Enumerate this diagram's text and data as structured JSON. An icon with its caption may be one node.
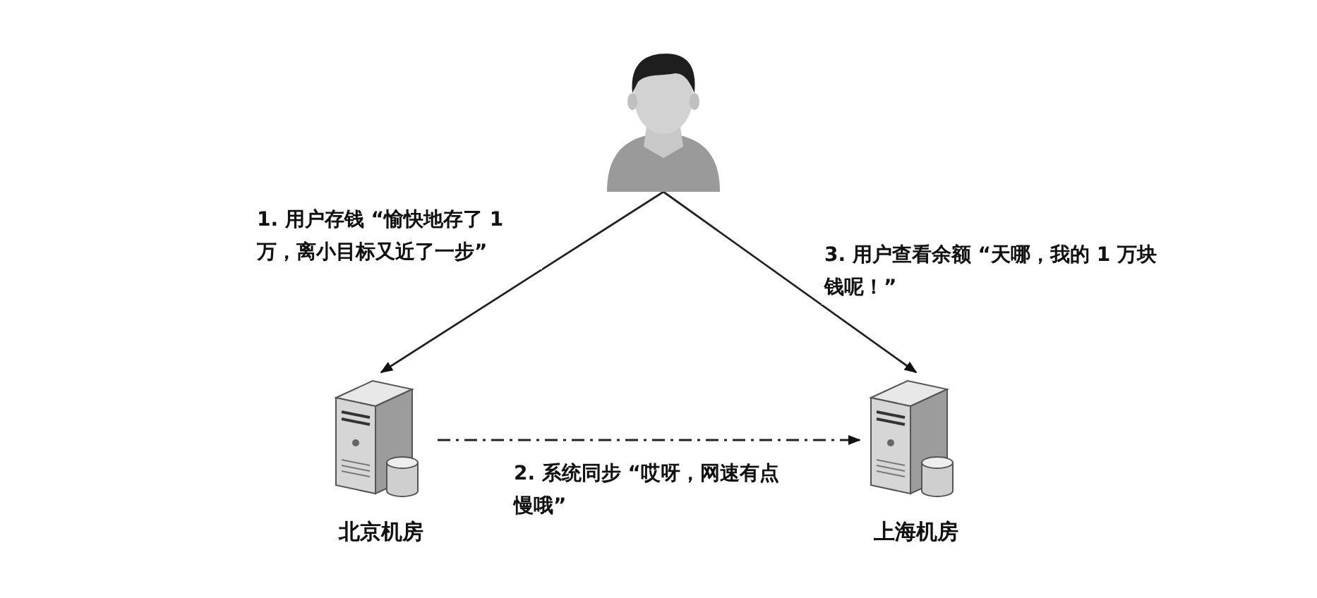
{
  "diagram": {
    "nodes": [
      {
        "text": [],
        "shape": "person"
      },
      {
        "text": [
          "北京机房"
        ]
      },
      {
        "text": [
          "上海机房"
        ]
      }
    ],
    "edges": [
      {
        "from": 0,
        "to": 1,
        "arrow": "to",
        "label": "1. 用户存钱 “愉快地存了 1 万，离小目标又近了一步”"
      },
      {
        "from": 0,
        "to": 2,
        "arrow": "to",
        "label": "3. 用户查看余额 “天哪，我的 1 万块钱呢！”"
      },
      {
        "from": 1,
        "to": 2,
        "arrow": "to",
        "style": "dashed",
        "label": "2. 系统同步 “哎呀，网速有点慢哦”"
      }
    ]
  }
}
